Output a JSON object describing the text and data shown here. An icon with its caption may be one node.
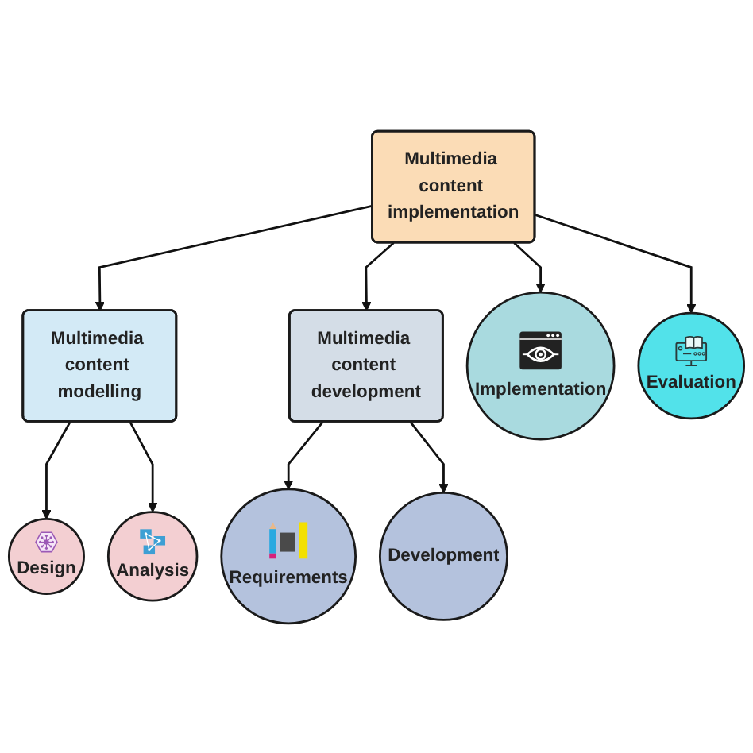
{
  "diagram": {
    "nodes": [
      {
        "text": [
          "Multimedia content modelling"
        ]
      },
      {
        "text": [
          "Design"
        ]
      },
      {
        "text": [
          "Analysis"
        ]
      },
      {
        "text": [
          "Requirements"
        ]
      },
      {
        "text": [
          "Development"
        ]
      },
      {
        "text": [
          "Multimedia content development"
        ]
      },
      {
        "text": [
          "Multimedia content implementation"
        ]
      },
      {
        "text": [
          "Implementation"
        ]
      },
      {
        "text": [
          "Evaluation"
        ]
      }
    ],
    "edges": [
      {
        "from": 6,
        "to": 0,
        "arrow": "to"
      },
      {
        "from": 0,
        "to": 1,
        "arrow": "to"
      },
      {
        "from": 0,
        "to": 2,
        "arrow": "to"
      },
      {
        "from": 6,
        "to": 5,
        "arrow": "to"
      },
      {
        "from": 5,
        "to": 3,
        "arrow": "to"
      },
      {
        "from": 5,
        "to": 4,
        "arrow": "to"
      },
      {
        "from": 6,
        "to": 7,
        "arrow": "to"
      },
      {
        "from": 6,
        "to": 8,
        "arrow": "to"
      }
    ]
  }
}
